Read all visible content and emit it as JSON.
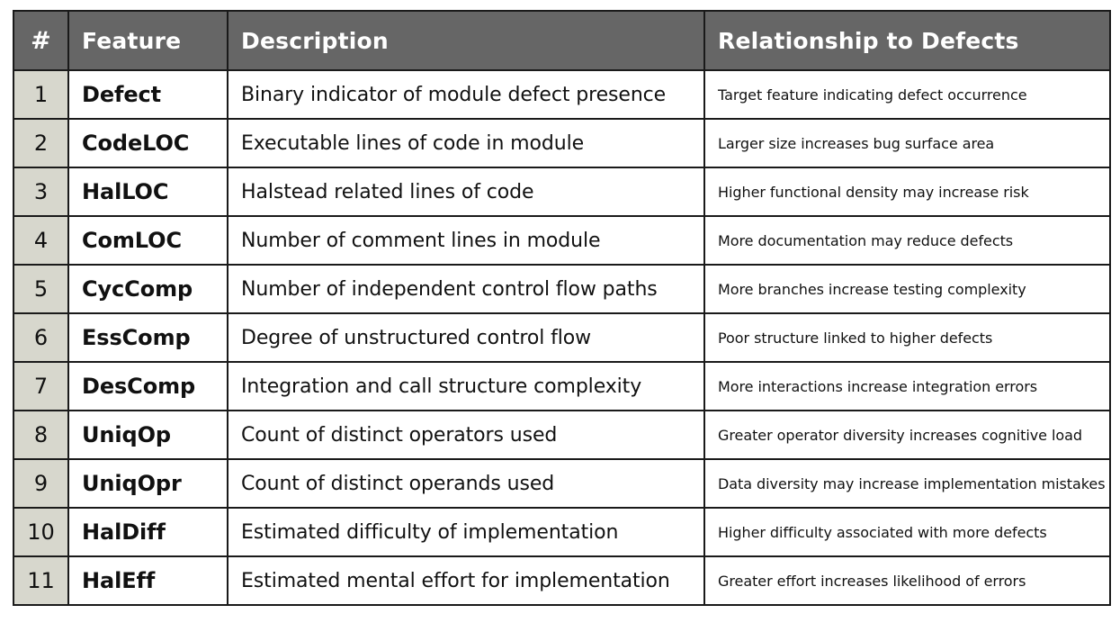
{
  "table": {
    "columns": [
      {
        "key": "num",
        "label": "#"
      },
      {
        "key": "feat",
        "label": "Feature"
      },
      {
        "key": "desc",
        "label": "Description"
      },
      {
        "key": "rel",
        "label": "Relationship to Defects"
      }
    ],
    "header_bg": "#666666",
    "header_fg": "#ffffff",
    "num_cell_bg": "#d7d7cd",
    "border_color": "#1a1a1a",
    "rows": [
      {
        "num": "1",
        "feat": "Defect",
        "desc": "Binary indicator of module defect presence",
        "rel": "Target feature indicating defect occurrence"
      },
      {
        "num": "2",
        "feat": "CodeLOC",
        "desc": "Executable lines of code in module",
        "rel": "Larger size increases bug surface area"
      },
      {
        "num": "3",
        "feat": "HalLOC",
        "desc": "Halstead related lines of code",
        "rel": "Higher functional density may increase risk"
      },
      {
        "num": "4",
        "feat": "ComLOC",
        "desc": "Number of comment lines in module",
        "rel": "More documentation may reduce defects"
      },
      {
        "num": "5",
        "feat": "CycComp",
        "desc": "Number of independent control flow paths",
        "rel": "More branches increase testing complexity"
      },
      {
        "num": "6",
        "feat": "EssComp",
        "desc": "Degree of unstructured control flow",
        "rel": "Poor structure linked to higher defects"
      },
      {
        "num": "7",
        "feat": "DesComp",
        "desc": "Integration and call structure complexity",
        "rel": "More interactions increase integration errors"
      },
      {
        "num": "8",
        "feat": "UniqOp",
        "desc": "Count of distinct operators used",
        "rel": "Greater operator diversity increases cognitive load"
      },
      {
        "num": "9",
        "feat": "UniqOpr",
        "desc": "Count of distinct operands used",
        "rel": "Data diversity may increase implementation mistakes"
      },
      {
        "num": "10",
        "feat": "HalDiff",
        "desc": "Estimated difficulty of implementation",
        "rel": "Higher difficulty associated with more defects"
      },
      {
        "num": "11",
        "feat": "HalEff",
        "desc": "Estimated mental effort for implementation",
        "rel": "Greater effort increases likelihood of errors"
      }
    ]
  }
}
